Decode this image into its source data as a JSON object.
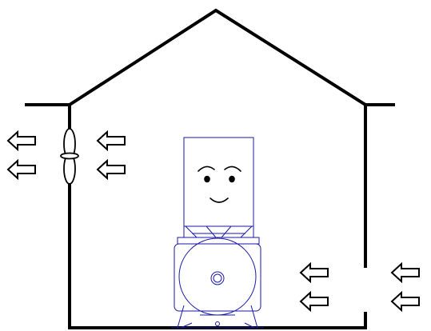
{
  "scene": {
    "house": {
      "stroke_color": "#000000"
    },
    "fan": {
      "icon": "propeller-fan-icon",
      "stroke_color": "#000000"
    },
    "arrows": {
      "icon": "left-arrow-icon",
      "direction": "left",
      "stroke_color": "#000000",
      "groups": [
        {
          "name": "outside-left",
          "count": 2
        },
        {
          "name": "inside-left",
          "count": 2
        },
        {
          "name": "inside-right",
          "count": 2
        },
        {
          "name": "outside-right",
          "count": 2
        }
      ]
    },
    "unit": {
      "icon": "smiling-unit-icon",
      "stroke_color": "#1a1aaa",
      "face_color": "#000000",
      "tank_icon": "pressure-tank-icon"
    }
  }
}
